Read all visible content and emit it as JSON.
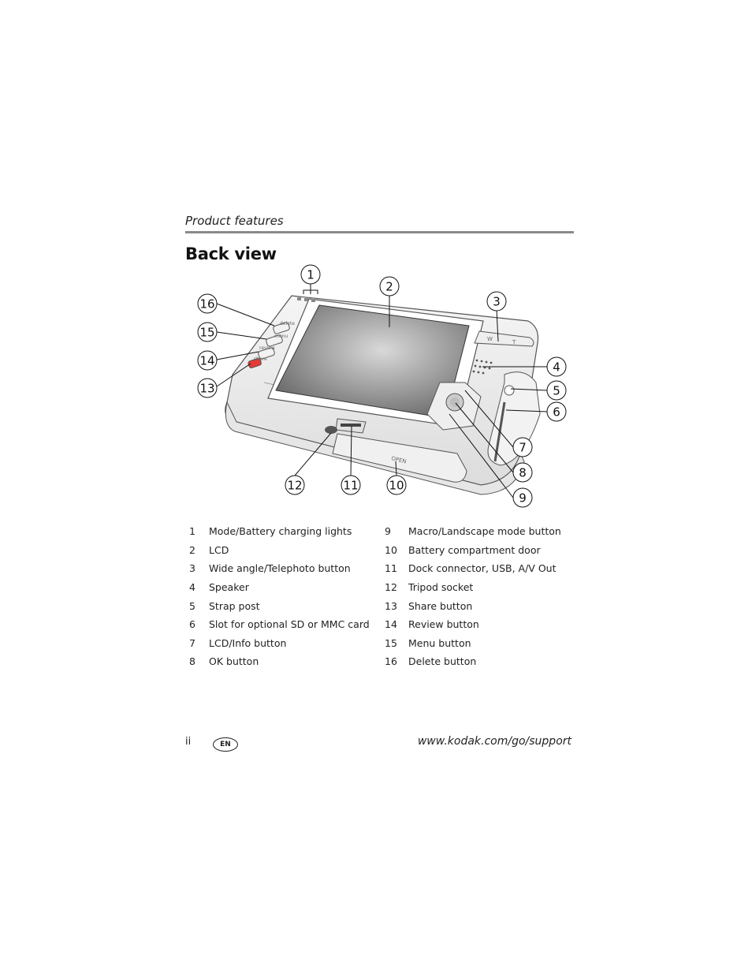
{
  "header": {
    "section": "Product features"
  },
  "title": "Back view",
  "figure": {
    "callouts": [
      "1",
      "2",
      "3",
      "4",
      "5",
      "6",
      "7",
      "8",
      "9",
      "10",
      "11",
      "12",
      "13",
      "14",
      "15",
      "16"
    ],
    "camera_labels": {
      "delete": "delete",
      "menu": "menu",
      "review": "review",
      "share": "share",
      "w": "W",
      "t": "T",
      "open": "OPEN"
    }
  },
  "legend": {
    "left": [
      {
        "num": "1",
        "label": "Mode/Battery charging lights"
      },
      {
        "num": "2",
        "label": "LCD"
      },
      {
        "num": "3",
        "label": "Wide angle/Telephoto button"
      },
      {
        "num": "4",
        "label": "Speaker"
      },
      {
        "num": "5",
        "label": "Strap post"
      },
      {
        "num": "6",
        "label": "Slot for optional SD or MMC card"
      },
      {
        "num": "7",
        "label": "LCD/Info button"
      },
      {
        "num": "8",
        "label": "OK button"
      }
    ],
    "right": [
      {
        "num": "9",
        "label": "Macro/Landscape mode button"
      },
      {
        "num": "10",
        "label": "Battery compartment door"
      },
      {
        "num": "11",
        "label": "Dock connector, USB, A/V Out"
      },
      {
        "num": "12",
        "label": "Tripod socket"
      },
      {
        "num": "13",
        "label": "Share button"
      },
      {
        "num": "14",
        "label": "Review button"
      },
      {
        "num": "15",
        "label": "Menu button"
      },
      {
        "num": "16",
        "label": "Delete button"
      }
    ]
  },
  "footer": {
    "page": "ii",
    "language_badge": "EN",
    "url": "www.kodak.com/go/support"
  }
}
